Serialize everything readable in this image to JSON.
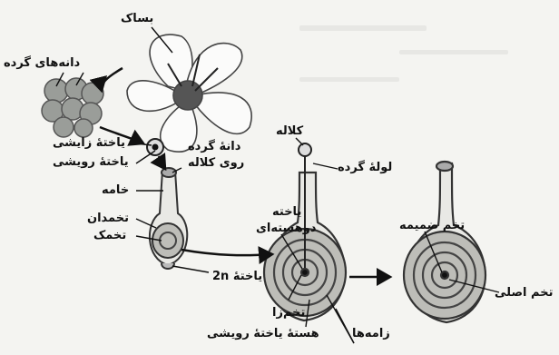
{
  "labels": {
    "anther": "بساک",
    "pollen_grains": "دانه‌های گرده",
    "generative_cell": "یاختهٔ زایشی",
    "vegetative_cell": "یاختهٔ رویشی",
    "pollen_on_stigma_line1": "دانهٔ گرده",
    "pollen_on_stigma_line2": "روی کلاله",
    "style": "خامه",
    "ovary": "تخمدان",
    "ovule": "تخمک",
    "cell_2n": "یاختهٔ 2n",
    "stigma": "کلاله",
    "pollen_tube": "لولهٔ گرده",
    "binucleate_line1": "یاخته",
    "binucleate_line2": "دوهسته‌ای",
    "egg_cell": "تخم‌زا",
    "vegetative_nucleus": "هستهٔ یاختهٔ رویشی",
    "sperms": "زامه‌ها",
    "endosperm_zygote": "تخم ضمیمه",
    "zygote": "تخم اصلی"
  },
  "colors": {
    "ink": "#111111",
    "pollen_fill": "#9a9d99",
    "organ_fill": "#bdbdb8",
    "ring_stroke": "#444444",
    "background": "#f4f4f1"
  }
}
